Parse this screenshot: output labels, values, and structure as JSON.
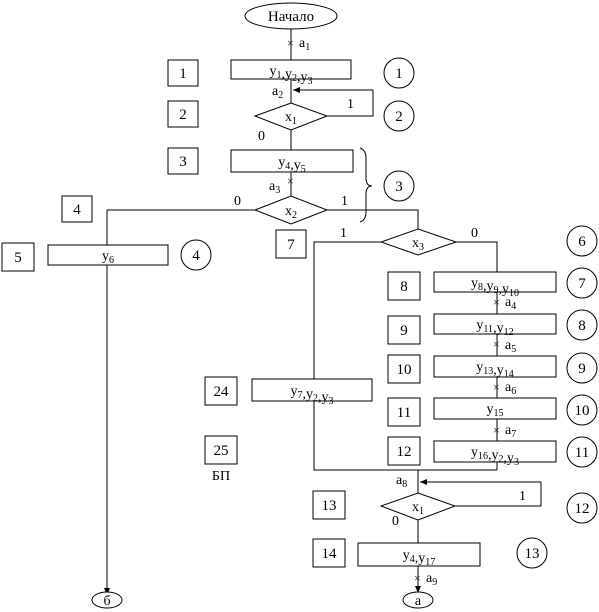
{
  "start": "Начало",
  "ops": {
    "op1": "y1,y2,y3",
    "op2": "y4,y5",
    "op3": "y6",
    "op4": "y8,y9,y10",
    "op5": "y11,y12",
    "op6": "y13,y14",
    "op7": "y15",
    "op8": "y16,y2,y3",
    "op9": "y7,y2,y3",
    "op10": "y4,y17"
  },
  "conds": {
    "c1": "x1",
    "c2": "x2",
    "c3": "x3",
    "c4": "x1"
  },
  "states": {
    "a1": "a1",
    "a2": "a2",
    "a3": "a3",
    "a4": "a4",
    "a5": "a5",
    "a6": "a6",
    "a7": "a7",
    "a8": "a8",
    "a9": "a9"
  },
  "branch": {
    "c1_true": "1",
    "c1_false": "0",
    "c2_false": "0",
    "c2_true": "1",
    "c3_true": "1",
    "c3_false": "0",
    "c4_true": "1",
    "c4_false": "0"
  },
  "square_labels": [
    "1",
    "2",
    "3",
    "4",
    "5",
    "7",
    "8",
    "9",
    "10",
    "11",
    "12",
    "24",
    "25",
    "13",
    "14"
  ],
  "square_caption": "БП",
  "circle_labels": [
    "1",
    "2",
    "3",
    "4",
    "6",
    "7",
    "8",
    "9",
    "10",
    "11",
    "12",
    "13"
  ],
  "terminals": {
    "b": "б",
    "a": "а"
  }
}
